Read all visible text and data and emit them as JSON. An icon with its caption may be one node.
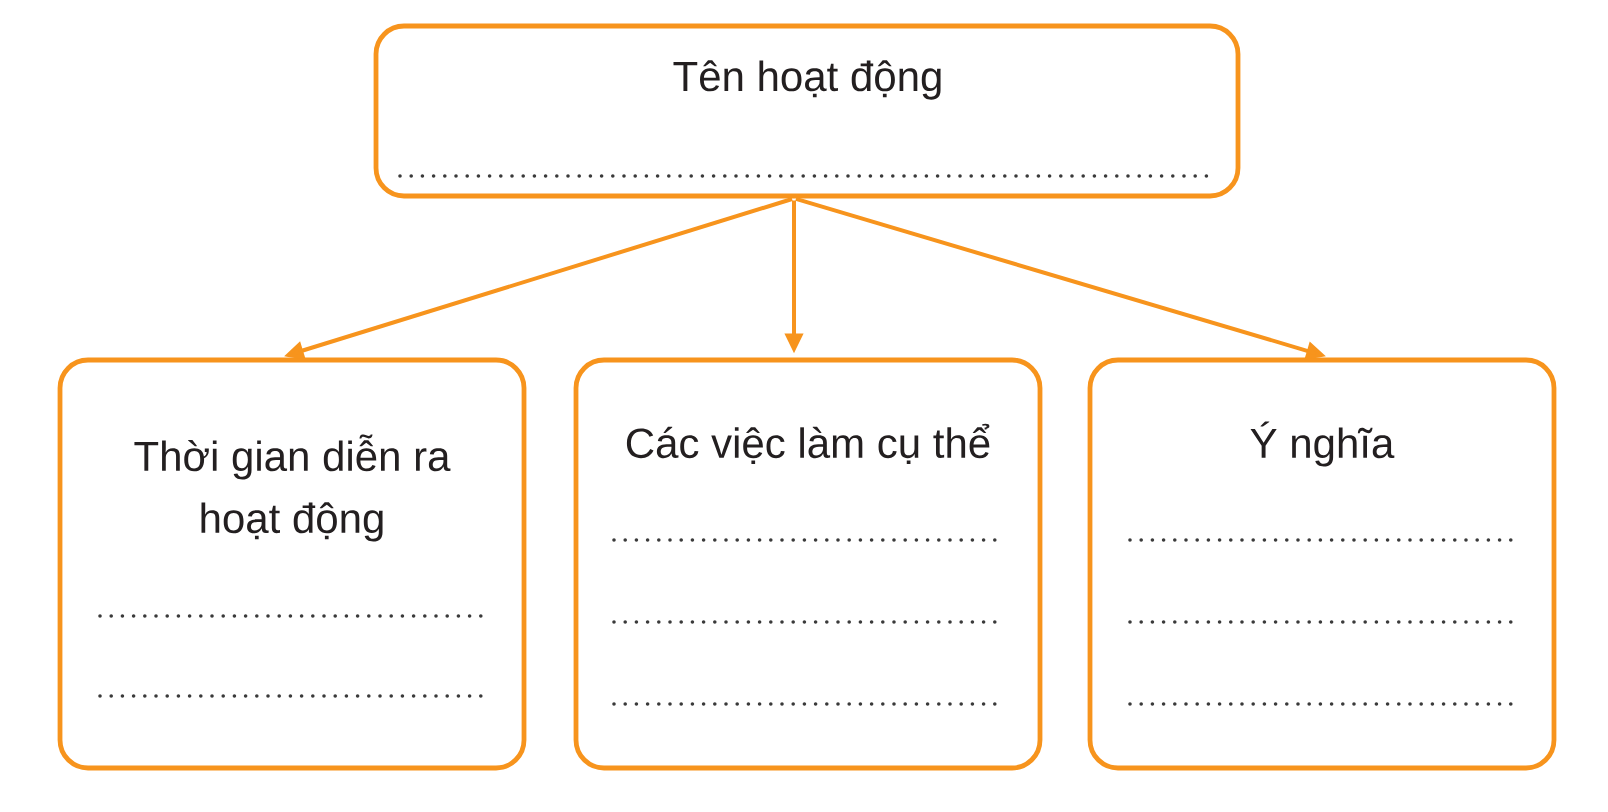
{
  "diagram": {
    "nodes": [
      {
        "text": [
          "Tên hoạt động"
        ]
      },
      {
        "text": [
          "Thời gian diễn ra hoạt động"
        ]
      },
      {
        "text": [
          "Các việc làm cụ thể"
        ]
      },
      {
        "text": [
          "Ý nghĩa"
        ]
      }
    ],
    "edges": [
      {
        "from": 0,
        "to": 1,
        "arrow": "to"
      },
      {
        "from": 0,
        "to": 2,
        "arrow": "to"
      },
      {
        "from": 0,
        "to": 3,
        "arrow": "to"
      }
    ]
  }
}
